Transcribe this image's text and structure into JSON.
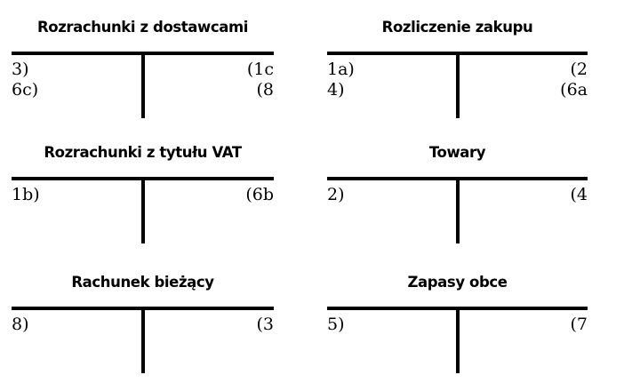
{
  "colors": {
    "ink": "#000000",
    "background": "#ffffff"
  },
  "accounts": [
    {
      "title": "Rozrachunki z dostawcami",
      "debit": [
        "3)",
        "6c)"
      ],
      "credit": [
        "(1c",
        "(8"
      ]
    },
    {
      "title": "Rozliczenie zakupu",
      "debit": [
        "1a)",
        "4)"
      ],
      "credit": [
        "(2",
        "(6a"
      ]
    },
    {
      "title": "Rozrachunki z tytułu VAT",
      "debit": [
        "1b)"
      ],
      "credit": [
        "(6b"
      ]
    },
    {
      "title": "Towary",
      "debit": [
        "2)"
      ],
      "credit": [
        "(4"
      ]
    },
    {
      "title": "Rachunek bieżący",
      "debit": [
        "8)"
      ],
      "credit": [
        "(3"
      ]
    },
    {
      "title": "Zapasy obce",
      "debit": [
        "5)"
      ],
      "credit": [
        "(7"
      ]
    }
  ]
}
